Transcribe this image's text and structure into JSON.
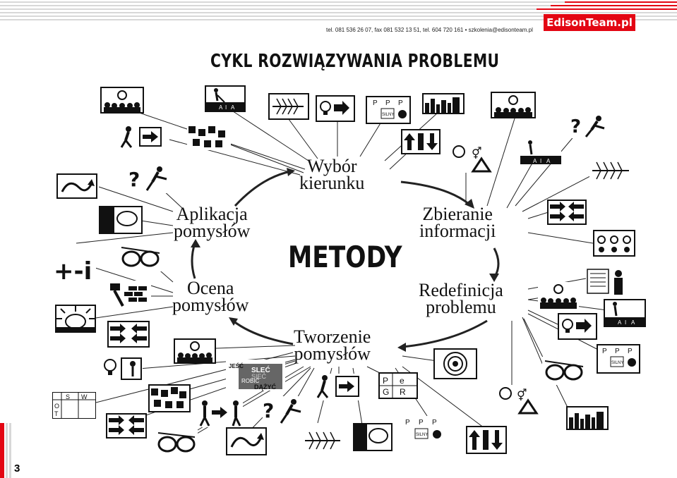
{
  "header": {
    "contact": "tel. 081 536 26 07, fax 081 532 13 51, tel. 604 720 161 • szkolenia@edisonteam.pl",
    "logo": "EdisonTeam.pl",
    "accent_color": "#e30613"
  },
  "title": "CYKL ROZWIĄZYWANIA PROBLEMU",
  "center_label": "METODY",
  "cycle": {
    "wybor": [
      "Wybór",
      "kierunku"
    ],
    "zbieranie": [
      "Zbieranie",
      "informacji"
    ],
    "redefinicja": [
      "Redefinicja",
      "problemu"
    ],
    "tworzenie": [
      "Tworzenie",
      "pomysłów"
    ],
    "ocena": [
      "Ocena",
      "pomysłów"
    ],
    "aplikacja": [
      "Aplikacja",
      "pomysłów"
    ]
  },
  "icon_text": {
    "ppp": [
      "P",
      "P",
      "P"
    ],
    "silny": "SILNY",
    "ppp2": [
      "P",
      "P",
      "P"
    ],
    "silny2": "SILNY",
    "ppp3": [
      "P",
      "P",
      "P"
    ],
    "silny3": "SILNY",
    "peg": [
      "P",
      "e",
      "G",
      "R"
    ],
    "swot": [
      "S",
      "W",
      "O",
      "T"
    ],
    "jesc": [
      "JEŚĆ",
      "SLEĆ",
      "SIEĆ",
      "ROBIĆ",
      "DĄŻYĆ"
    ],
    "aia": [
      "A",
      "I",
      "A"
    ],
    "aia2": [
      "A",
      "I",
      "A"
    ],
    "aia3": [
      "A",
      "I",
      "A"
    ],
    "plus_minus": "+-i"
  },
  "page_number": "3"
}
